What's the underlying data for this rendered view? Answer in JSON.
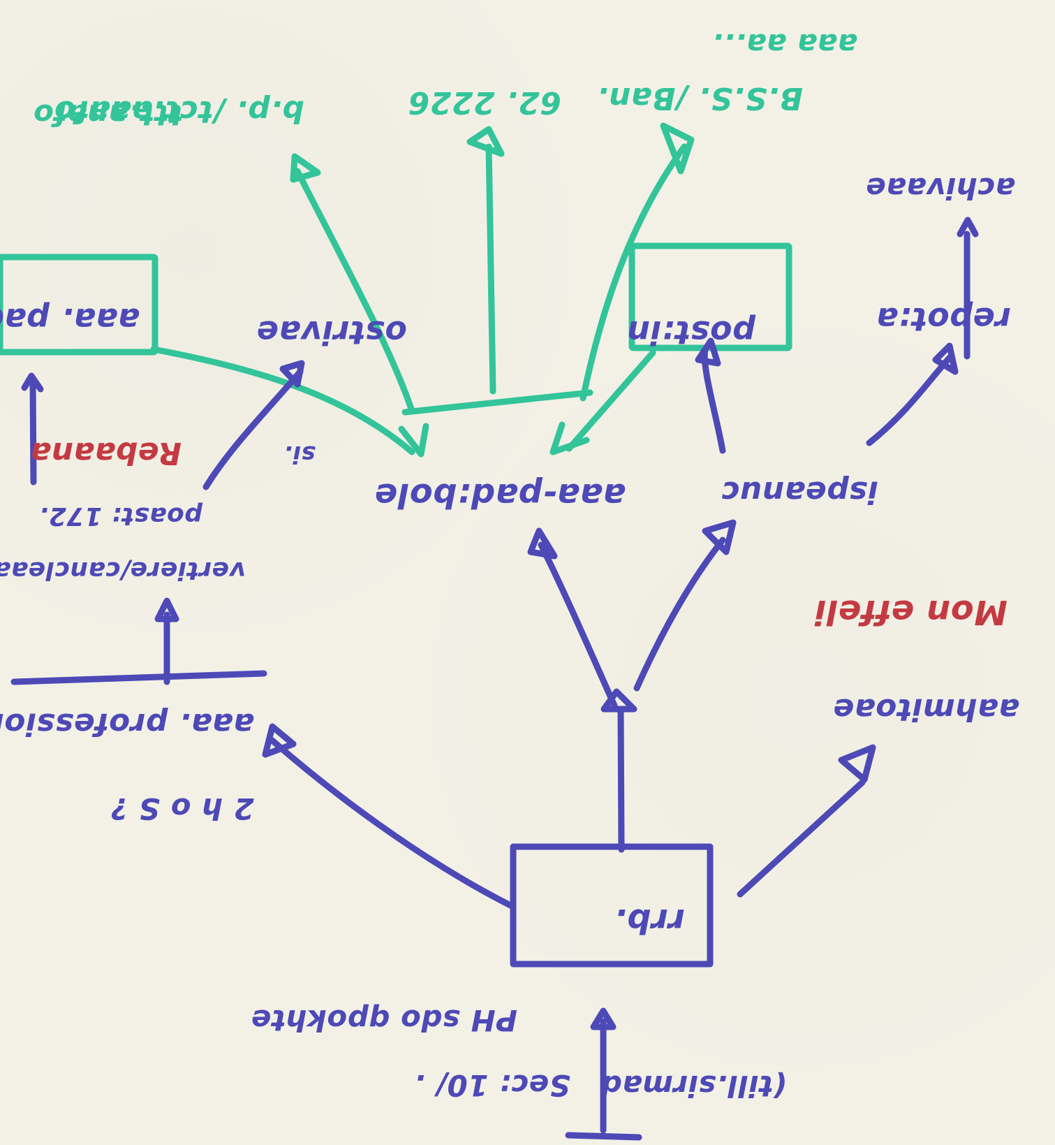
{
  "colors": {
    "paper": "#f3f1e6",
    "blue_ink": "#4d49b6",
    "green_ink": "#33c49a",
    "red_ink": "#c43a42"
  },
  "labels": {
    "top_right": "aaa aa...",
    "top_right_note": "B.S.S. /Ban.",
    "top_middle_note": "62. 2226",
    "top_left_note": "b.p. /tct.aaafo",
    "left_note": "ttt.anafo",
    "box_right_top": "post:in",
    "box_left_top": "aaa. pad.",
    "upper_center": "ostrivae",
    "upper_right": "achivaae",
    "right_mid": "repot:a",
    "center_main": "aaa-pad:bole",
    "right_center": "ispeanuc",
    "red_left": "Rebaana",
    "red_right_line1": "Mon effeli",
    "right_lower": "aahmitoae",
    "left_group_line1": "vertiere/cancleaa",
    "left_group_line2": "poast: 172.",
    "left_group_line3": "si.",
    "professional": "aaa. professional",
    "year_note": "2 h o S ?",
    "root_box": "rrb.",
    "bottom_line1": "PH sdo qpokhte",
    "bottom_line2": "Sec: 10/ .",
    "bottom_line3": "(till.sirmad"
  }
}
